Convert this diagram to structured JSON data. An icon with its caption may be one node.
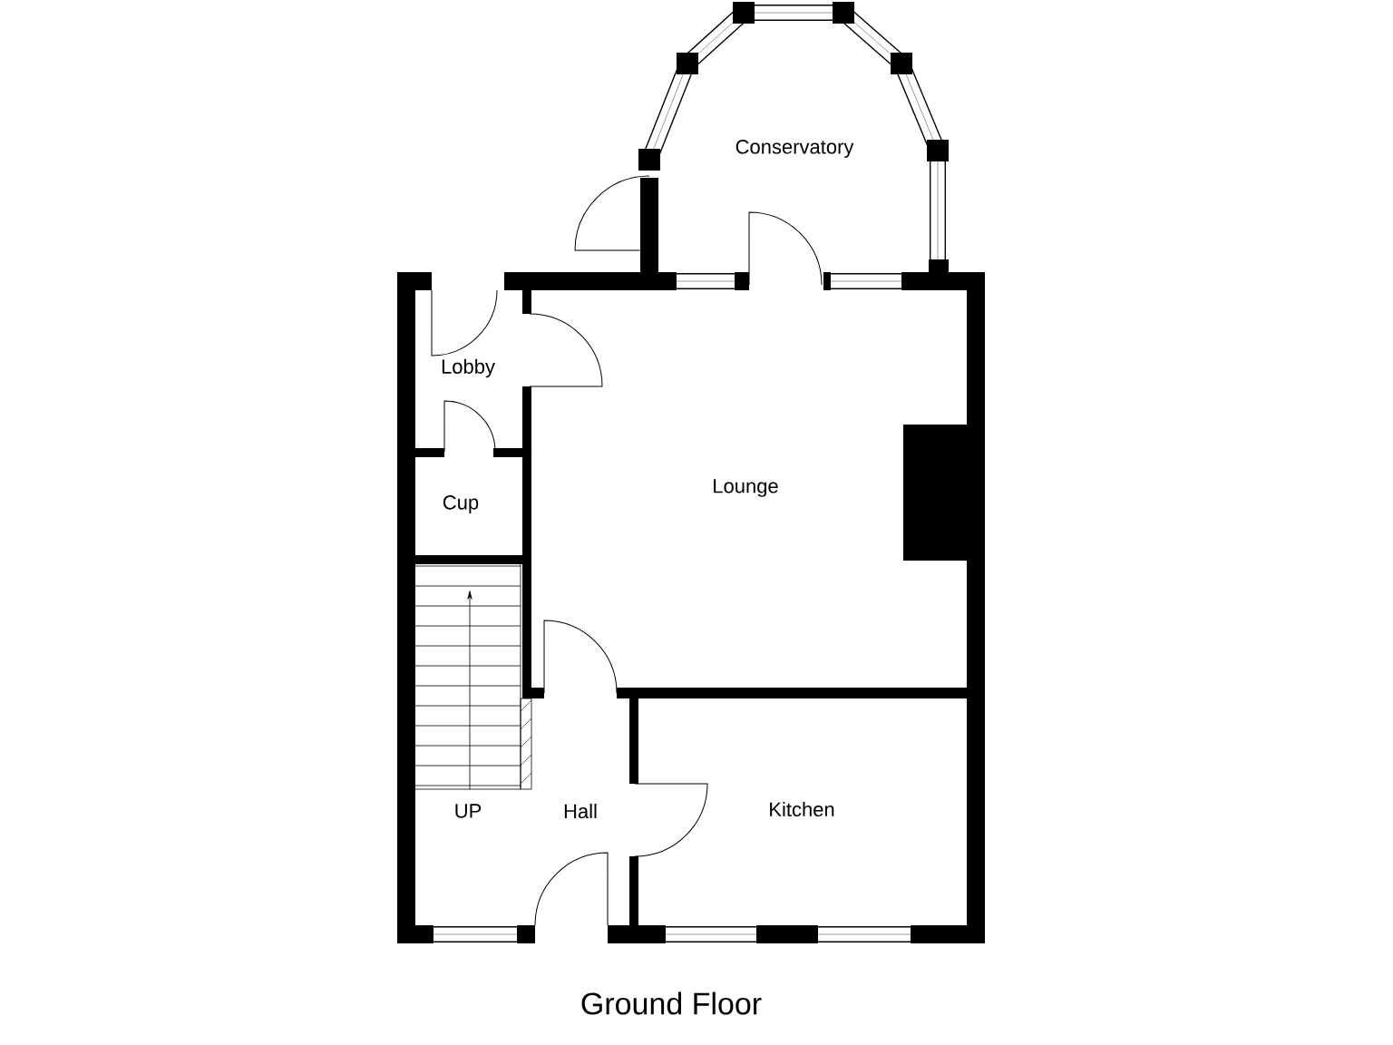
{
  "diagram": {
    "title": "Ground Floor",
    "labels": [
      "Conservatory",
      "Lobby",
      "Cup",
      "Lounge",
      "UP",
      "Hall",
      "Kitchen"
    ]
  }
}
